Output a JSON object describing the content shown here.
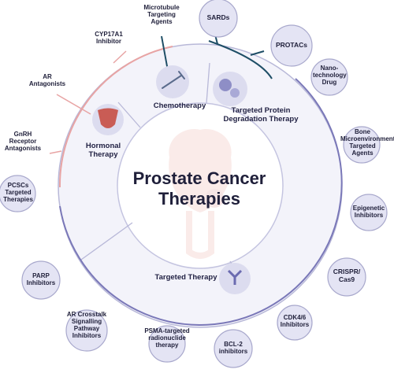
{
  "title": {
    "line1": "Prostate Cancer",
    "line2": "Therapies"
  },
  "sectors": {
    "hormonal": "Hormonal Therapy",
    "chemotherapy": "Chemotherapy",
    "targeted_protein": "Targeted Protein Degradation Therapy",
    "targeted_therapy": "Targeted Therapy"
  },
  "hormonal_items": {
    "cyp17a1": "CYP17A1 Inhibitor",
    "ar_antagonists": "AR Antagonists",
    "gnrh": "GnRH Receptor Antagonists"
  },
  "chemo_items": {
    "microtubule": "Microtubule Targeting Agents"
  },
  "degradation_items": {
    "sards": "SARDs",
    "protacs": "PROTACs"
  },
  "targeted_items": {
    "nano": "Nano-technology Drug",
    "bone": "Bone Microenvironment Targeted Agents",
    "epigenetic": "Epigenetic Inhibitors",
    "crispr": "CRISPR/ Cas9",
    "cdk": "CDK4/6 Inhibitors",
    "bcl2": "BCL-2 inhibitors",
    "psma": "PSMA-targeted radionuclide therapy",
    "ar_crosstalk": "AR Crosstalk Signalling Pathway Inhibitors",
    "parp": "PARP Inhibitors",
    "pcscs": "PCSCs Targeted Therapies"
  },
  "colors": {
    "hormonal_line": "#e8a4a4",
    "chemo_line": "#1e4e66",
    "targeted_line": "#7a78b8",
    "node_fill": "#e4e4f4",
    "node_stroke": "#a8a8cc",
    "ring_fill": "#f3f3fa"
  }
}
